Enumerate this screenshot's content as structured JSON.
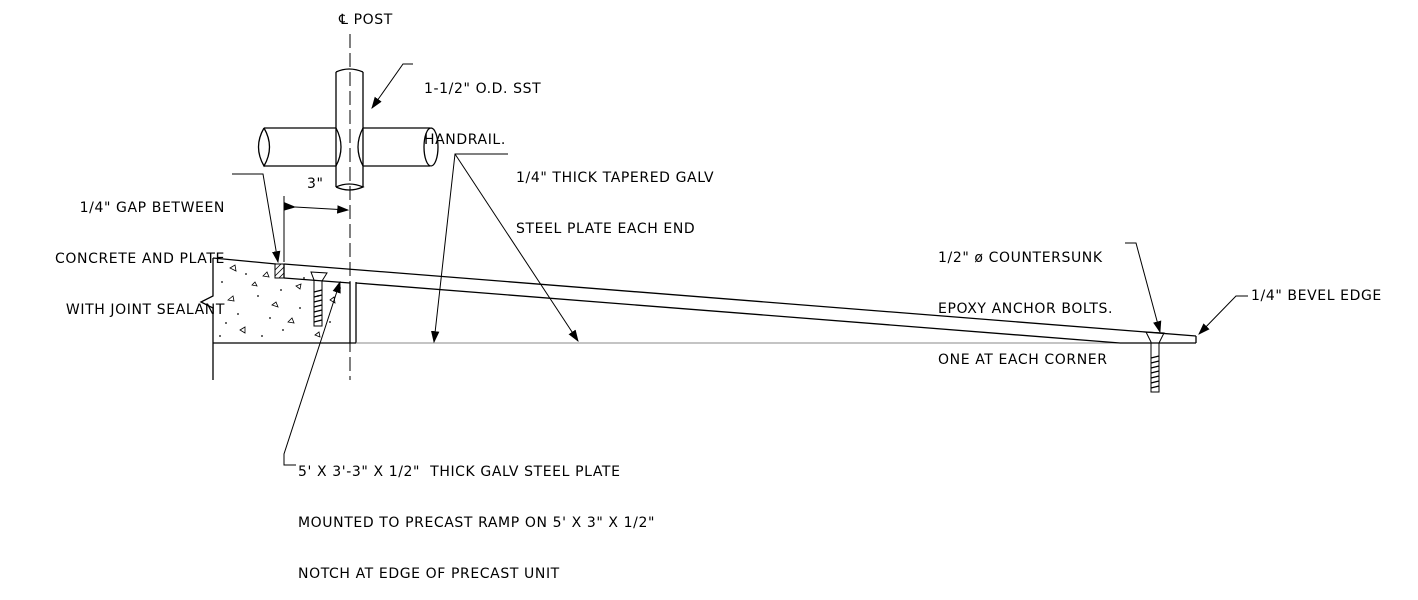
{
  "drawing": {
    "labels": {
      "post_centerline": "℄ POST",
      "handrail": [
        "1-1/2\" O.D. SST",
        "HANDRAIL."
      ],
      "tapered_plate": [
        "1/4\" THICK TAPERED GALV",
        "STEEL PLATE EACH END"
      ],
      "gap": [
        "1/4\" GAP BETWEEN",
        "CONCRETE AND PLATE",
        "WITH JOINT SEALANT"
      ],
      "dimension": "3\"",
      "anchor_bolts": [
        "1/2\" ø COUNTERSUNK",
        "EPOXY ANCHOR BOLTS.",
        "ONE AT EACH CORNER"
      ],
      "bevel": "1/4\" BEVEL EDGE",
      "steel_plate": [
        "5' X 3'-3\" X 1/2\"  THICK GALV STEEL PLATE",
        "MOUNTED TO PRECAST RAMP ON 5' X 3\" X 1/2\"",
        "NOTCH AT EDGE OF PRECAST UNIT"
      ]
    },
    "colors": {
      "ink": "#000000",
      "ground_line": "#8a8a8a"
    },
    "icons": [
      "centerline-symbol",
      "arrow-head-icon",
      "break-line-symbol",
      "concrete-hatch"
    ]
  }
}
